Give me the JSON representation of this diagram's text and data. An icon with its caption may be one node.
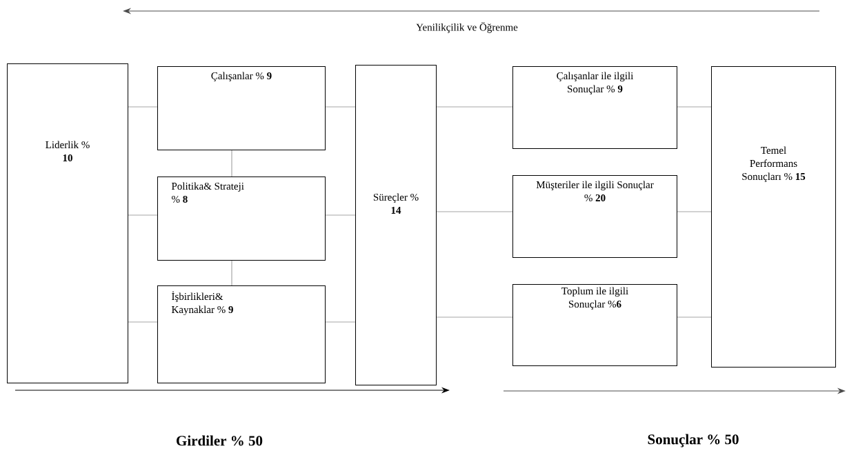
{
  "diagram": {
    "nodes": [
      {
        "text": [
          "Liderlik % **10**"
        ]
      },
      {
        "text": [
          "Çalışanlar % **9**"
        ]
      },
      {
        "text": [
          "Politika& Strateji % **8**"
        ]
      },
      {
        "text": [
          "İşbirlikleri& Kaynaklar % **9**"
        ]
      },
      {
        "text": [
          "Süreçler % **14**"
        ]
      },
      {
        "text": [
          "Çalışanlar ile ilgili Sonuçlar % **9**"
        ]
      },
      {
        "text": [
          "Müşteriler ile ilgili Sonuçlar % **20**"
        ]
      },
      {
        "text": [
          "Toplum ile ilgili Sonuçlar %**6**"
        ]
      },
      {
        "text": [
          "Temel Performans Sonuçları % **15**"
        ]
      }
    ],
    "edges": [
      {
        "from": 0,
        "to": 1,
        "arrow": "none"
      },
      {
        "from": 0,
        "to": 2,
        "arrow": "none"
      },
      {
        "from": 0,
        "to": 3,
        "arrow": "none"
      },
      {
        "from": 1,
        "to": 2,
        "arrow": "none"
      },
      {
        "from": 2,
        "to": 3,
        "arrow": "none"
      },
      {
        "from": 1,
        "to": 4,
        "arrow": "none"
      },
      {
        "from": 2,
        "to": 4,
        "arrow": "none"
      },
      {
        "from": 3,
        "to": 4,
        "arrow": "none"
      },
      {
        "from": 4,
        "to": 5,
        "arrow": "none"
      },
      {
        "from": 4,
        "to": 6,
        "arrow": "none"
      },
      {
        "from": 4,
        "to": 7,
        "arrow": "none"
      },
      {
        "from": 5,
        "to": 8,
        "arrow": "none"
      },
      {
        "from": 6,
        "to": 8,
        "arrow": "none"
      },
      {
        "from": 7,
        "to": 8,
        "arrow": "none"
      }
    ],
    "labels": [
      "Yenilikçilik ve Öğrenme",
      "Girdiler % 50",
      "Sonuçlar % 50"
    ]
  }
}
